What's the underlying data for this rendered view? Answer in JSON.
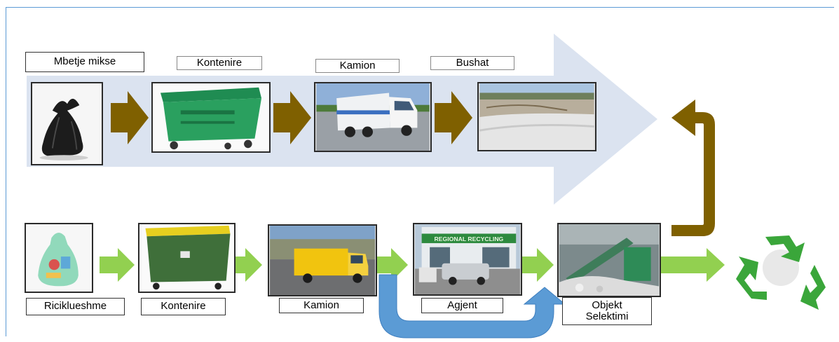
{
  "top_row": {
    "labels": [
      "Mbetje mikse",
      "Kontenire",
      "Kamion",
      "Bushat"
    ]
  },
  "bottom_row": {
    "labels": [
      "Riciklueshme",
      "Kontenire",
      "Kamion",
      "Agjent",
      "Objekt Selektimi"
    ],
    "facility_sign": "REGIONAL RECYCLING"
  },
  "icons": {
    "mixed_waste": "black-garbage-bag-icon",
    "recycle_bag": "green-recycling-bag-icon",
    "recycle_symbol": "recycling-symbol-icon"
  },
  "colors": {
    "big_arrow": "#dbe3f0",
    "brown_arrow": "#7f6000",
    "green_arrow": "#92d050",
    "blue_arrow": "#5b9bd5",
    "recycle_green": "#3aa63a"
  }
}
